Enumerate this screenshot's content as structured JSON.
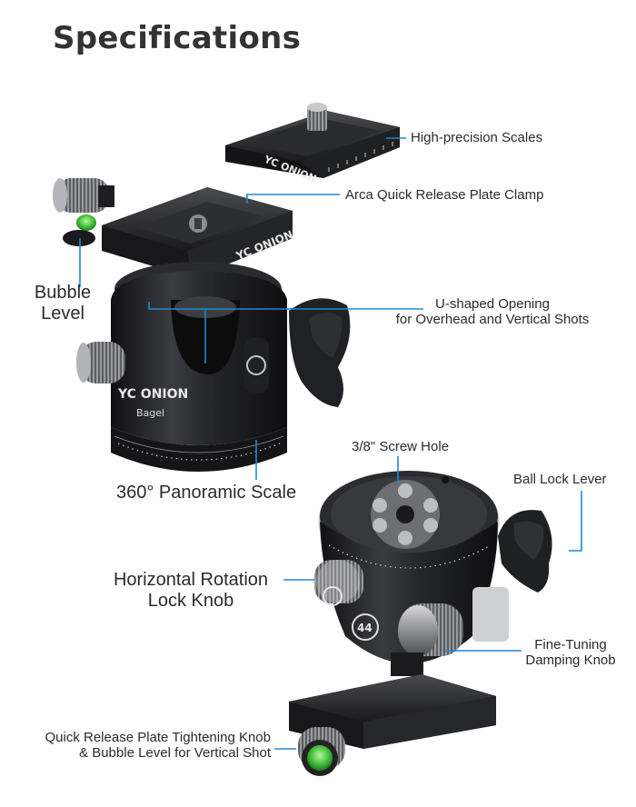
{
  "page": {
    "title": "Specifications"
  },
  "product": {
    "brand_head": "YC ONION",
    "brand_body": "YC ONION",
    "model": "Bagel",
    "brand_plate": "YC ONION",
    "knob_mark": "44"
  },
  "labels": {
    "high_precision_scales": "High-precision Scales",
    "arca_clamp": "Arca Quick Release Plate Clamp",
    "bubble_level_1": "Bubble",
    "bubble_level_2": "Level",
    "u_shaped_1": "U-shaped Opening",
    "u_shaped_2": "for Overhead and Vertical Shots",
    "panoramic_scale": "360° Panoramic Scale",
    "screw_hole": "3/8\" Screw Hole",
    "ball_lock_lever": "Ball Lock Lever",
    "horizontal_lock_1": "Horizontal Rotation",
    "horizontal_lock_2": "Lock Knob",
    "fine_tuning_1": "Fine-Tuning",
    "fine_tuning_2": "Damping Knob",
    "qr_knob_1": "Quick Release Plate Tightening Knob",
    "qr_knob_2": "& Bubble Level for Vertical Shot"
  },
  "colors": {
    "callout_line": "#1e88d6",
    "metal_dark": "#1c1c1e",
    "metal_mid": "#3a3b3e",
    "bubble_green": "#3fbf3a"
  }
}
